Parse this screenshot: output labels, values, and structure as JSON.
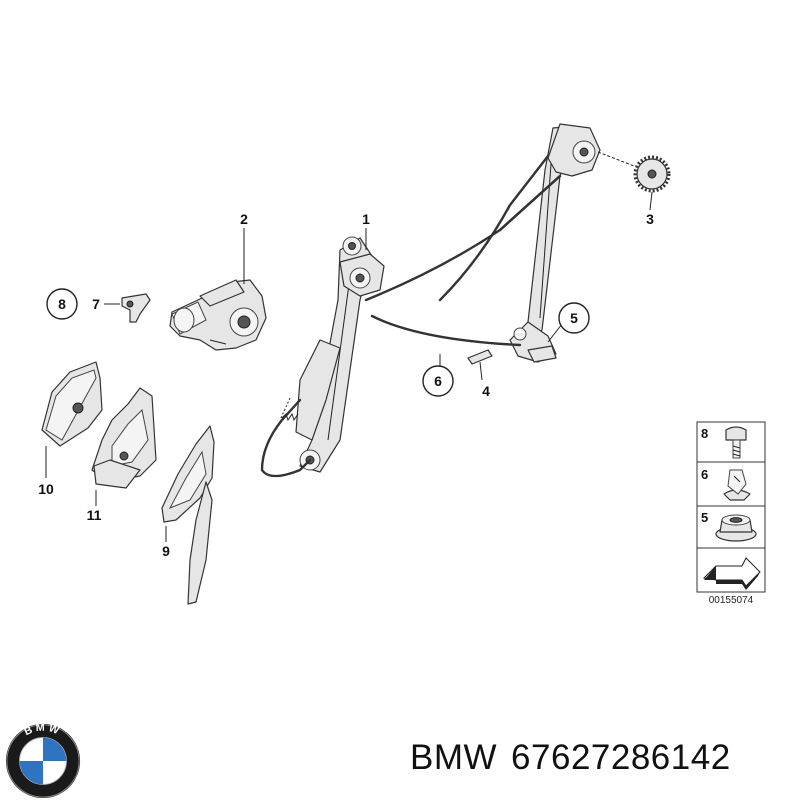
{
  "diagram": {
    "callouts": {
      "c1": "1",
      "c2": "2",
      "c3": "3",
      "c4": "4",
      "c5": "5",
      "c6": "6",
      "c7": "7",
      "c8": "8",
      "c9": "9",
      "c10": "10",
      "c11": "11"
    },
    "legend": {
      "items": [
        {
          "label": "8",
          "icon": "bolt-icon"
        },
        {
          "label": "6",
          "icon": "clip-icon"
        },
        {
          "label": "5",
          "icon": "nut-icon"
        }
      ],
      "arrow_icon": "arrow-icon"
    },
    "catalog_number": "00155074"
  },
  "footer": {
    "brand": "BMW",
    "part_number": "67627286142",
    "logo_text": "BMW",
    "logo_icon": "bmw-roundel-icon",
    "colors": {
      "blue": "#2f74c0",
      "white": "#ffffff",
      "ring": "#1a1a1a"
    }
  }
}
